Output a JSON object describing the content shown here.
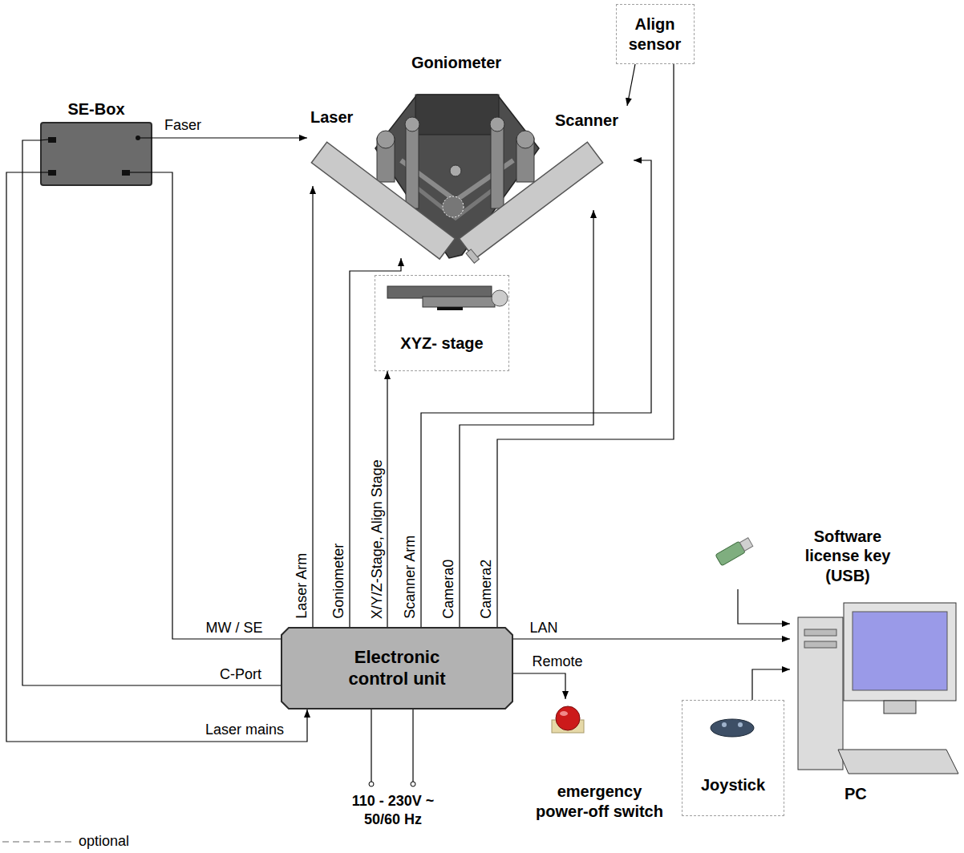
{
  "diagram": {
    "nodes": [
      {
        "text": [
          "SE-Box"
        ]
      },
      {
        "text": [
          "Laser"
        ]
      },
      {
        "text": [
          "Goniometer"
        ]
      },
      {
        "text": [
          "Scanner"
        ]
      },
      {
        "text": [
          "Align sensor"
        ]
      },
      {
        "text": [
          "XYZ- stage"
        ]
      },
      {
        "text": [
          "Electronic control unit"
        ]
      },
      {
        "text": [
          "emergency power-off switch"
        ]
      },
      {
        "text": [
          "PC"
        ]
      },
      {
        "text": [
          "Software license key (USB)"
        ]
      },
      {
        "text": [
          "Joystick"
        ]
      }
    ],
    "edges": [
      {
        "from": 0,
        "to": 1,
        "label": "Faser",
        "arrow": "to"
      },
      {
        "from": 0,
        "to": 6,
        "label": "MW / SE",
        "arrow": "none"
      },
      {
        "from": 0,
        "to": 6,
        "label": "C-Port",
        "arrow": "none"
      },
      {
        "from": 0,
        "to": 6,
        "label": "Laser mains",
        "arrow": "to"
      },
      {
        "from": 6,
        "to": 1,
        "label": "Laser Arm",
        "arrow": "to"
      },
      {
        "from": 6,
        "to": 2,
        "label": "Goniometer",
        "arrow": "to"
      },
      {
        "from": 6,
        "to": 5,
        "label": "X/Y/Z-Stage, Align Stage",
        "arrow": "to"
      },
      {
        "from": 6,
        "to": 3,
        "label": "Scanner Arm",
        "arrow": "to"
      },
      {
        "from": 6,
        "to": 3,
        "label": "Camera0",
        "arrow": "to"
      },
      {
        "from": 6,
        "to": 4,
        "label": "Camera2",
        "arrow": "none"
      },
      {
        "from": 4,
        "to": 3,
        "arrow": "to"
      },
      {
        "from": 6,
        "to": 8,
        "label": "LAN",
        "arrow": "to"
      },
      {
        "from": 6,
        "to": 7,
        "label": "Remote",
        "arrow": "to"
      },
      {
        "from": 9,
        "to": 8,
        "arrow": "to"
      },
      {
        "from": 10,
        "to": 8,
        "arrow": "to"
      }
    ],
    "labels": [
      "110 - 230V ~ 50/60 Hz"
    ],
    "legend": [
      {
        "text": "optional"
      }
    ]
  }
}
